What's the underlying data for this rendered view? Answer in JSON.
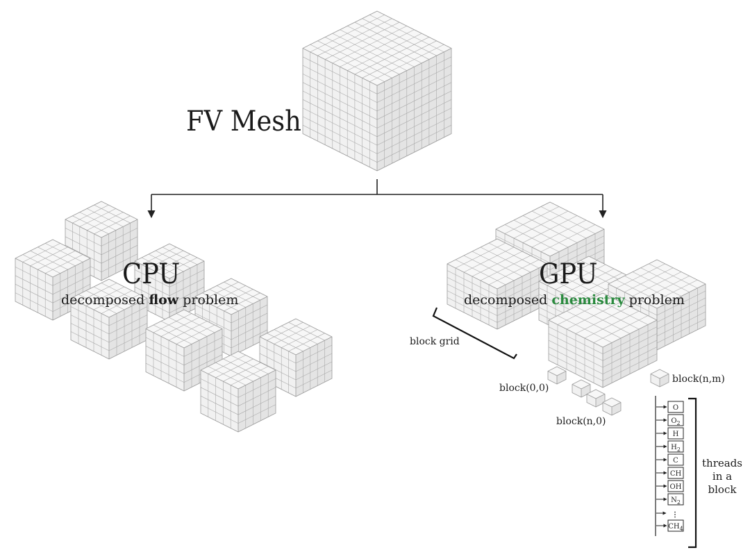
{
  "title": "FV Mesh",
  "cpu": {
    "heading": "CPU",
    "caption_before": "decomposed ",
    "caption_emphasis": "flow",
    "caption_after": " problem"
  },
  "gpu": {
    "heading": "GPU",
    "caption_before": "decomposed ",
    "caption_emphasis": "chemistry",
    "caption_after": " problem",
    "emphasis_color": "#2a8a3e"
  },
  "labels": {
    "block_grid": "block grid",
    "block_first": "block(0,0)",
    "block_row_end": "block(n,0)",
    "block_last": "block(n,m)",
    "threads": "threads in a block"
  },
  "species": [
    {
      "base": "O",
      "sub": ""
    },
    {
      "base": "O",
      "sub": "2"
    },
    {
      "base": "H",
      "sub": ""
    },
    {
      "base": "H",
      "sub": "2"
    },
    {
      "base": "C",
      "sub": ""
    },
    {
      "base": "CH",
      "sub": ""
    },
    {
      "base": "OH",
      "sub": ""
    },
    {
      "base": "N",
      "sub": "2"
    },
    {
      "base": "⋮",
      "sub": ""
    },
    {
      "base": "CH",
      "sub": "4"
    }
  ],
  "colors": {
    "cube_top": "#f7f7f7",
    "cube_left": "#f1f1f1",
    "cube_right": "#e4e4e4",
    "grid_line": "#a9a9a9",
    "arrow": "#222222"
  },
  "icons": [
    "arrow-down-icon",
    "bracket-icon"
  ]
}
